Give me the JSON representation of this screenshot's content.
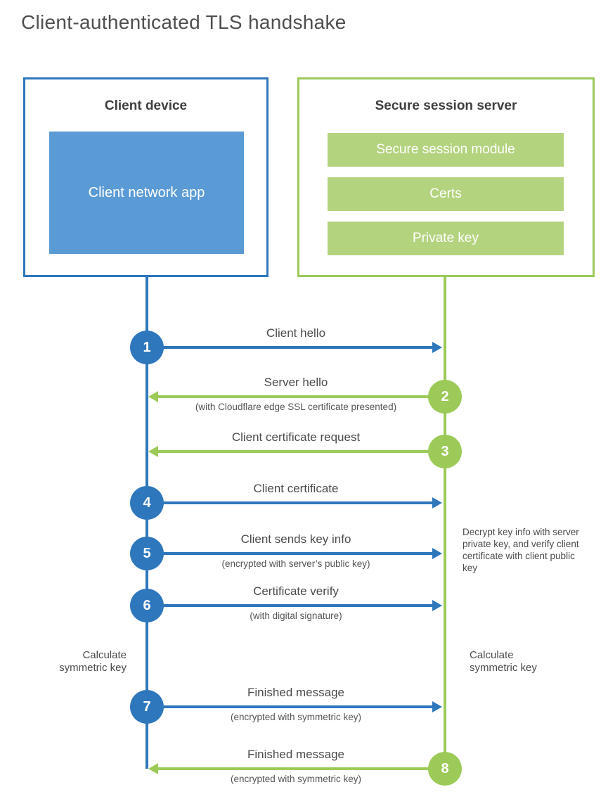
{
  "title": "Client-authenticated TLS handshake",
  "colors": {
    "client_blue": "#2e77bd",
    "client_blue_light": "#5b9bd5",
    "server_green": "#9cca58",
    "server_green_light": "#b4d37f",
    "text_dark": "#3f3f3f",
    "text_gray": "#4b4b4b"
  },
  "client": {
    "title": "Client device",
    "app_label": "Client network app"
  },
  "server": {
    "title": "Secure session server",
    "modules": [
      "Secure session module",
      "Certs",
      "Private key"
    ]
  },
  "messages": [
    {
      "step": 1,
      "from": "client",
      "direction": "right",
      "label": "Client hello",
      "sublabel": ""
    },
    {
      "step": 2,
      "from": "server",
      "direction": "left",
      "label": "Server hello",
      "sublabel": "(with Cloudflare edge SSL certificate presented)"
    },
    {
      "step": 3,
      "from": "server",
      "direction": "left",
      "label": "Client certificate request",
      "sublabel": ""
    },
    {
      "step": 4,
      "from": "client",
      "direction": "right",
      "label": "Client certificate",
      "sublabel": ""
    },
    {
      "step": 5,
      "from": "client",
      "direction": "right",
      "label": "Client sends key info",
      "sublabel": "(encrypted with server’s public key)"
    },
    {
      "step": 6,
      "from": "client",
      "direction": "right",
      "label": "Certificate verify",
      "sublabel": "(with digital signature)"
    },
    {
      "step": 7,
      "from": "client",
      "direction": "right",
      "label": "Finished message",
      "sublabel": "(encrypted with symmetric key)"
    },
    {
      "step": 8,
      "from": "server",
      "direction": "left",
      "label": "Finished message",
      "sublabel": "(encrypted with symmetric key)"
    }
  ],
  "annotations": {
    "decrypt_note": "Decrypt key info with server private key, and verify client certificate with client public key",
    "client_calculate": "Calculate symmetric key",
    "server_calculate": "Calculate symmetric key"
  }
}
